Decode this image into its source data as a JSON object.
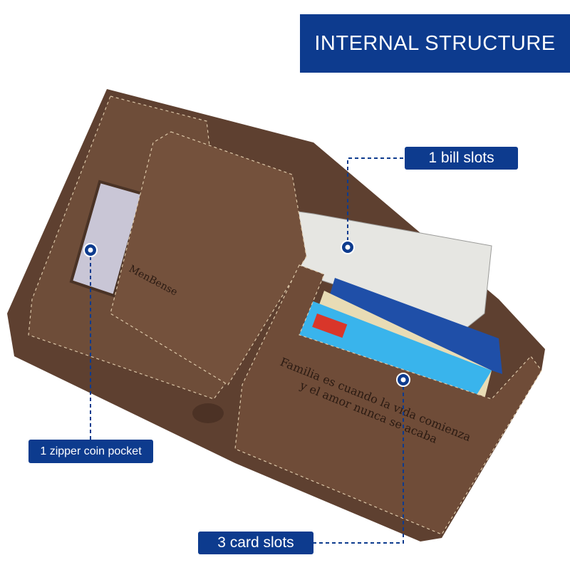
{
  "title": "INTERNAL STRUCTURE",
  "callouts": {
    "bill_slots": "1 bill slots",
    "zipper_pocket": "1 zipper coin pocket",
    "card_slots": "3 card slots"
  },
  "wallet": {
    "brand": "MenBense",
    "engraving_line1": "Familia es cuando la vida comienza",
    "engraving_line2": "y el amor nunca se acaba"
  },
  "colors": {
    "accent": "#0d3b8e",
    "leather": "#6b4a36"
  }
}
